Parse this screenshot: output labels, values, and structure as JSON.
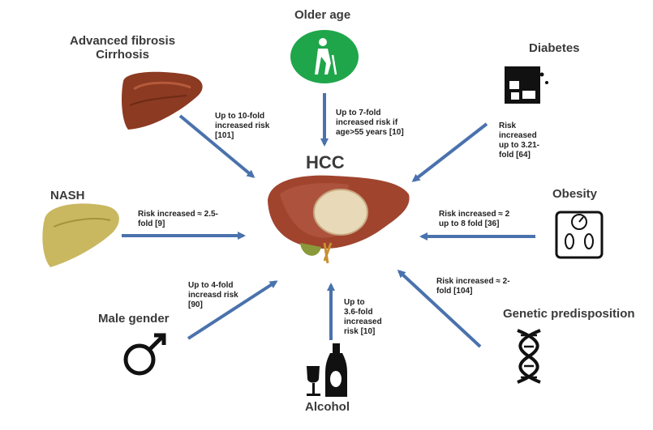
{
  "center": {
    "label": "HCC"
  },
  "factors": {
    "older_age": {
      "label": "Older age",
      "note": [
        "Up to 7-fold",
        "increased risk if",
        "age>55 years [10]"
      ]
    },
    "fibrosis": {
      "label_line1": "Advanced fibrosis",
      "label_line2": "Cirrhosis",
      "note": [
        "Up to 10-fold",
        "increased risk",
        "[101]"
      ]
    },
    "diabetes": {
      "label": "Diabetes",
      "note": [
        "Risk",
        "increased",
        "up to 3.21-",
        "fold [64]"
      ]
    },
    "nash": {
      "label": "NASH",
      "note": [
        "Risk increased ≈ 2.5-",
        "fold [9]"
      ]
    },
    "obesity": {
      "label": "Obesity",
      "note": [
        "Risk increased ≈ 2",
        "up to 8 fold [36]"
      ]
    },
    "male": {
      "label": "Male gender",
      "note": [
        "Up to 4-fold",
        "increasd risk",
        "[90]"
      ]
    },
    "alcohol": {
      "label": "Alcohol",
      "note": [
        "Up to",
        "3.6-fold",
        "increased",
        "risk [10]"
      ]
    },
    "genetic": {
      "label": "Genetic predisposition",
      "note": [
        "Risk increased ≈ 2-",
        "fold [104]"
      ]
    }
  },
  "colors": {
    "arrow": "#4a72ad",
    "older_age_badge": "#1fa64a",
    "liver": "#a0442e",
    "fatty_liver": "#c9b860",
    "tumor": "#e8d9b8"
  }
}
